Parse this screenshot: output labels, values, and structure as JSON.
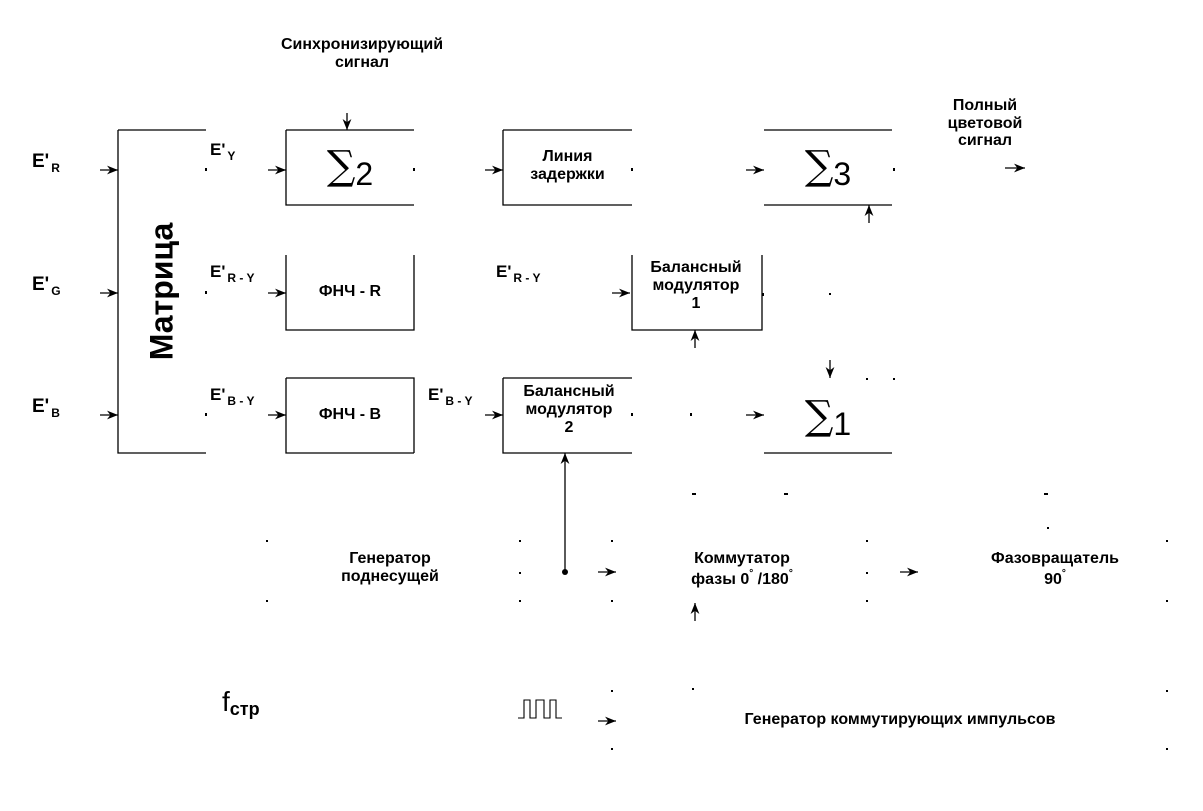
{
  "inputs": {
    "er": {
      "base": "E'",
      "sub": "R"
    },
    "eg": {
      "base": "E'",
      "sub": "G"
    },
    "eb": {
      "base": "E'",
      "sub": "B"
    }
  },
  "matrix": {
    "label": "Матрица"
  },
  "signals": {
    "ey": {
      "base": "E'",
      "sub": "Y"
    },
    "ery1": {
      "base": "E'",
      "sub": "R - Y"
    },
    "eby1": {
      "base": "E'",
      "sub": "B - Y"
    },
    "ery2": {
      "base": "E'",
      "sub": "R - Y"
    },
    "eby2": {
      "base": "E'",
      "sub": "B - Y"
    }
  },
  "sync": {
    "line1": "Синхронизирующий",
    "line2": "сигнал"
  },
  "sum2": {
    "glyph": "∑",
    "index": "2"
  },
  "sum3": {
    "glyph": "∑",
    "index": "3"
  },
  "sum1": {
    "glyph": "∑",
    "index": "1"
  },
  "delay": {
    "line1": "Линия",
    "line2": "задержки"
  },
  "lpf_r": {
    "label": "ФНЧ - R"
  },
  "lpf_b": {
    "label": "ФНЧ - B"
  },
  "bm1": {
    "line1": "Балансный",
    "line2": "модулятор",
    "line3": "1"
  },
  "bm2": {
    "line1": "Балансный",
    "line2": "модулятор",
    "line3": "2"
  },
  "output": {
    "line1": "Полный",
    "line2": "цветовой",
    "line3": "сигнал"
  },
  "subcarrier": {
    "line1": "Генератор",
    "line2": "поднесущей"
  },
  "commutator": {
    "line1": "Коммутатор",
    "line2_a": "фазы 0",
    "deg_a": "°",
    "line2_b": " /180",
    "deg_b": "°"
  },
  "phase_shifter": {
    "line1": "Фазовращатель",
    "line2": "90",
    "deg": "°"
  },
  "fstr": {
    "base": "f",
    "sub": "стр"
  },
  "pulse_gen": {
    "label": "Генератор коммутирующих импульсов"
  }
}
